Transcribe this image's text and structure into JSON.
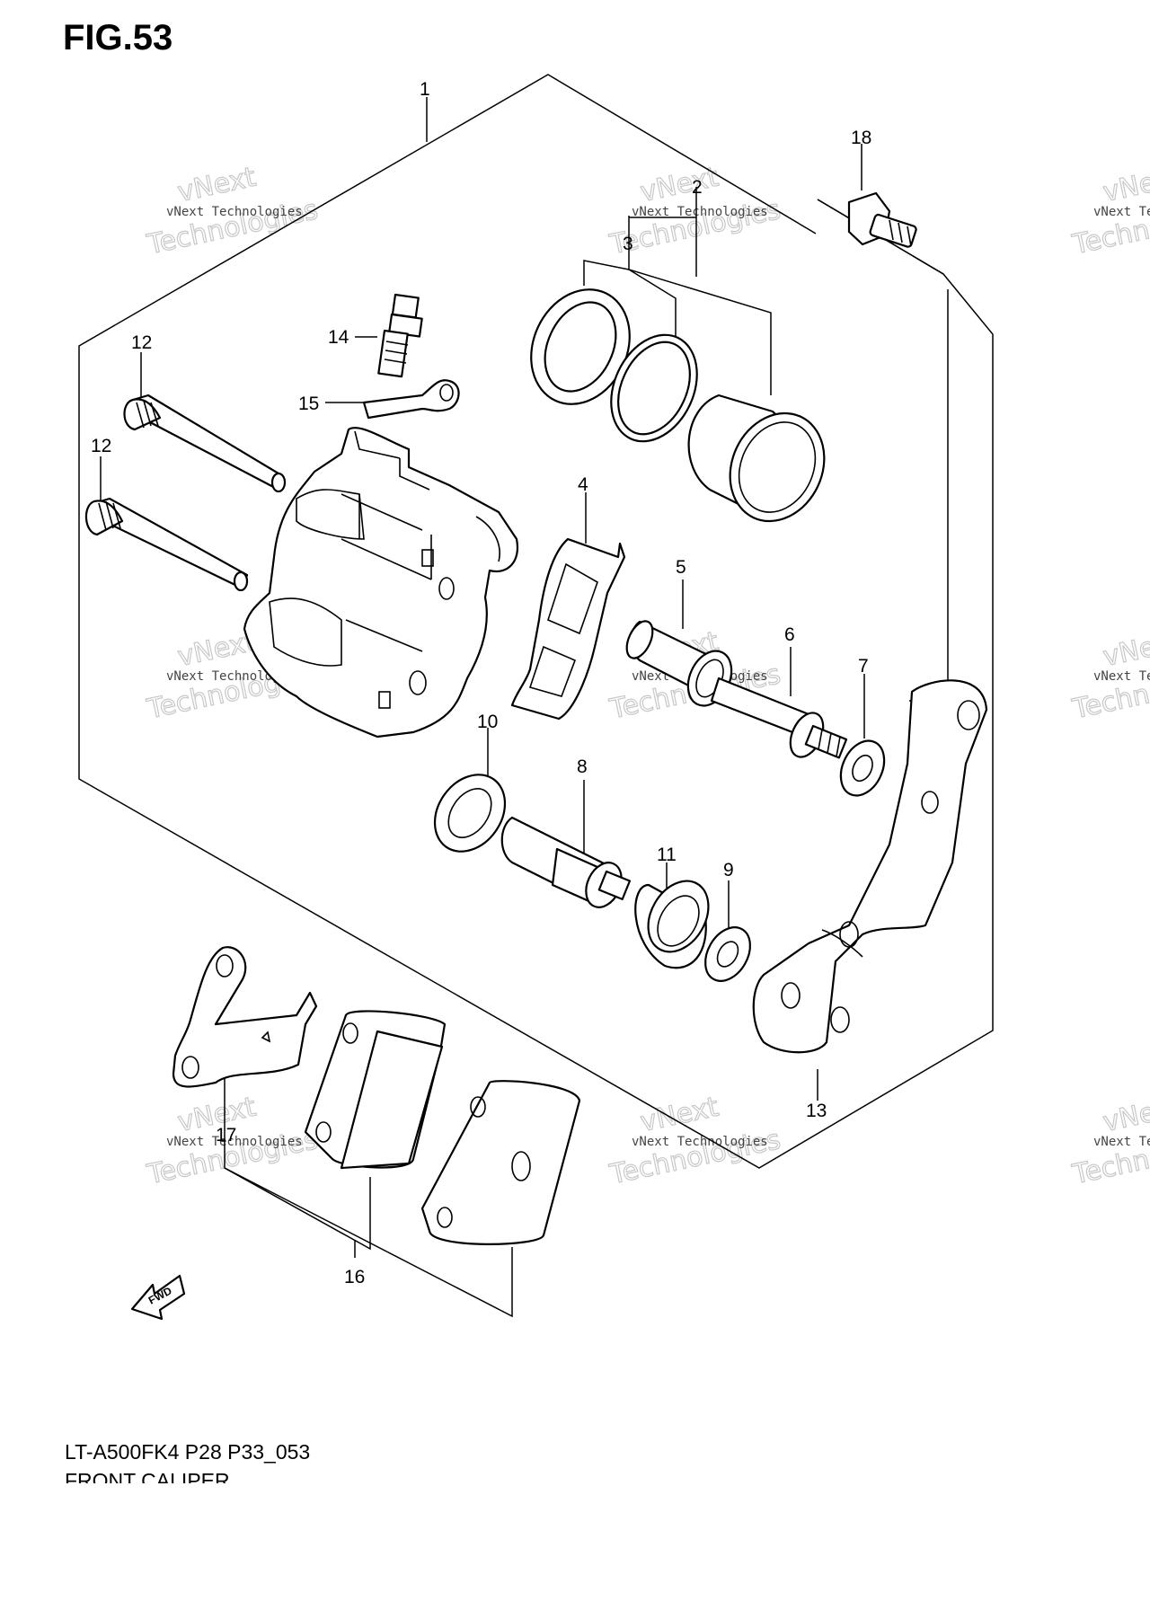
{
  "figure": {
    "title": "FIG.53"
  },
  "watermark": {
    "line1": "vNext Technologies",
    "line2": "Technologies",
    "line3": "vNext"
  },
  "callouts": [
    "1",
    "2",
    "3",
    "4",
    "5",
    "6",
    "7",
    "8",
    "9",
    "10",
    "11",
    "12",
    "12",
    "13",
    "14",
    "15",
    "16",
    "17",
    "18"
  ],
  "fwd_label": "FWD",
  "footer": {
    "model_code": "LT-A500FK4 P28 P33_053",
    "section_name": "FRONT CALIPER"
  }
}
